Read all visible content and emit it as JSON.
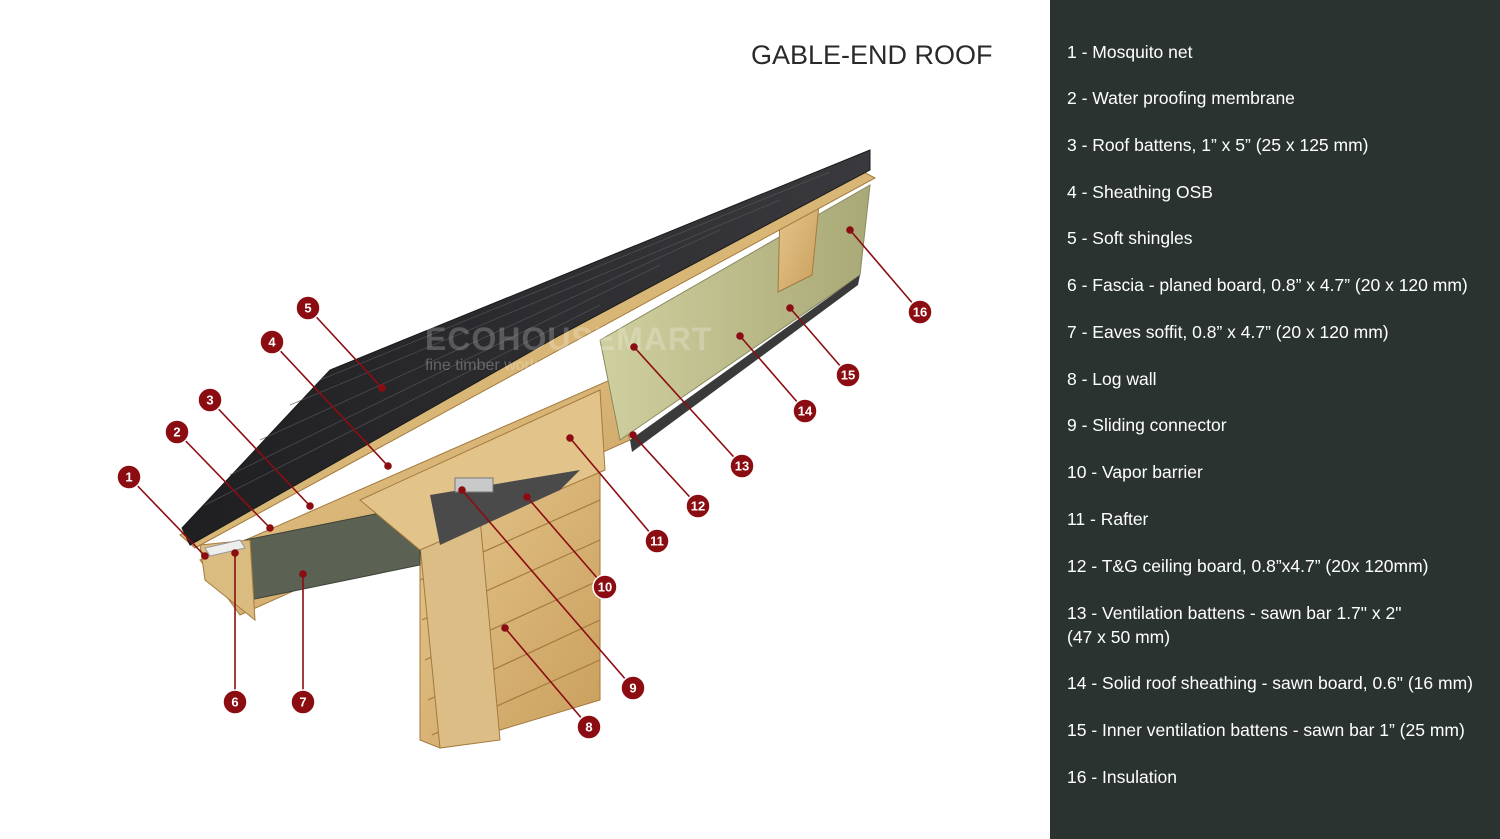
{
  "title": "GABLE-END ROOF",
  "watermark": {
    "brand": "ECOHOUSEMART",
    "tagline": "fine timber works"
  },
  "colors": {
    "panel_background": "#2b3330",
    "marker_fill": "#8b0d12",
    "leader_line": "#8b0d12",
    "shingles": "#2e2e30",
    "timber": "#d9b77a",
    "insulation": "#b9b98a"
  },
  "markers": [
    "1",
    "2",
    "3",
    "4",
    "5",
    "6",
    "7",
    "8",
    "9",
    "10",
    "11",
    "12",
    "13",
    "14",
    "15",
    "16"
  ],
  "legend": [
    "1 - Mosquito net",
    "2 - Water proofing membrane",
    "3 - Roof battens, 1” x 5” (25 x 125 mm)",
    "4 - Sheathing OSB",
    "5 - Soft shingles",
    "6 - Fascia - planed board, 0.8” x 4.7” (20 x 120 mm)",
    "7 - Eaves soffit, 0.8” x 4.7” (20 x 120 mm)",
    "8 - Log wall",
    "9 - Sliding connector",
    "10 - Vapor barrier",
    "11 - Rafter",
    "12 - T&G ceiling board, 0.8”x4.7” (20x 120mm)",
    "13 - Ventilation battens - sawn bar 1.7\" x 2\" (47 x 50 mm)",
    "14 - Solid roof sheathing - sawn board, 0.6\" (16 mm)",
    "15 - Inner ventilation battens - sawn bar 1” (25 mm)",
    "16 - Insulation"
  ]
}
